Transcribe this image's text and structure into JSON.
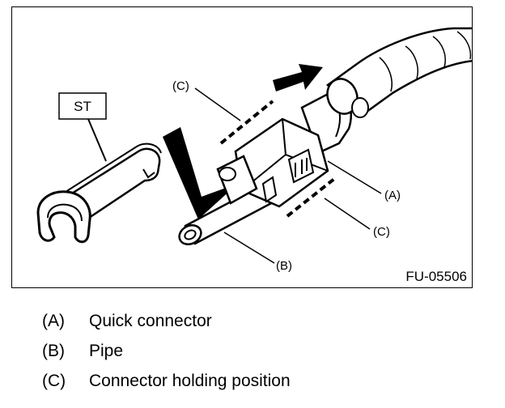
{
  "figure": {
    "id_label": "FU-05506",
    "tool_label": "ST",
    "callouts": {
      "a": "(A)",
      "b": "(B)",
      "c_top": "(C)",
      "c_bottom": "(C)"
    }
  },
  "legend": [
    {
      "key": "(A)",
      "text": "Quick connector"
    },
    {
      "key": "(B)",
      "text": "Pipe"
    },
    {
      "key": "(C)",
      "text": "Connector holding position"
    }
  ]
}
